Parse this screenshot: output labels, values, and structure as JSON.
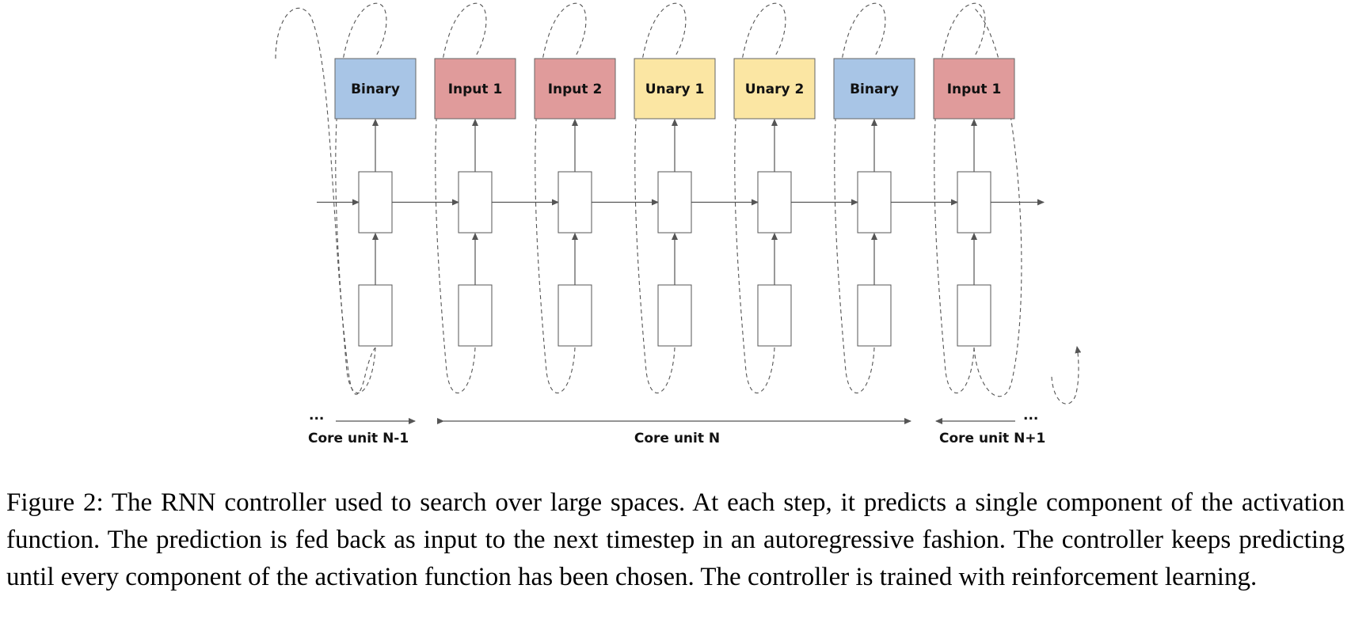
{
  "tokens": [
    {
      "label": "Binary",
      "color": "#a8c5e6"
    },
    {
      "label": "Input 1",
      "color": "#e09b9b"
    },
    {
      "label": "Input 2",
      "color": "#e09b9b"
    },
    {
      "label": "Unary 1",
      "color": "#fbe6a3"
    },
    {
      "label": "Unary 2",
      "color": "#fbe6a3"
    },
    {
      "label": "Binary",
      "color": "#a8c5e6"
    },
    {
      "label": "Input 1",
      "color": "#e09b9b"
    }
  ],
  "core_units": {
    "prev": "Core unit N-1",
    "current": "Core unit N",
    "next": "Core unit N+1",
    "ellipsis": "..."
  },
  "caption": "Figure 2: The RNN controller used to search over large spaces. At each step, it predicts a single component of the activation function. The prediction is fed back as input to the next timestep in an autoregressive fashion. The controller keeps predicting until every component of the activation function has been chosen. The controller is trained with reinforcement learning."
}
